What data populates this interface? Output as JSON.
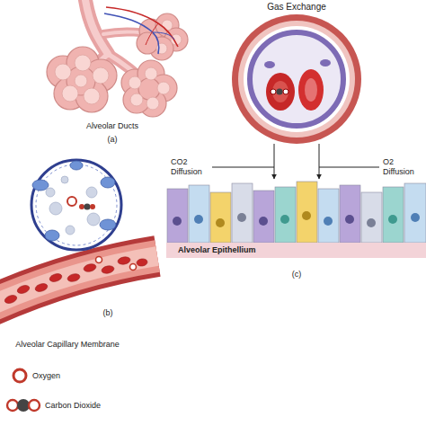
{
  "diagram": {
    "labels": [
      "Alveolar Ducts",
      "(a)",
      "Alveolar Capillary Membrane",
      "(b)",
      "Gas Exchange",
      "CO2 Diffusion",
      "O2 Diffusion",
      "Alveolar Epithellium",
      "(c)"
    ],
    "legend": [
      {
        "text": "Oxygen"
      },
      {
        "text": "Carbon Dioxide"
      }
    ]
  }
}
